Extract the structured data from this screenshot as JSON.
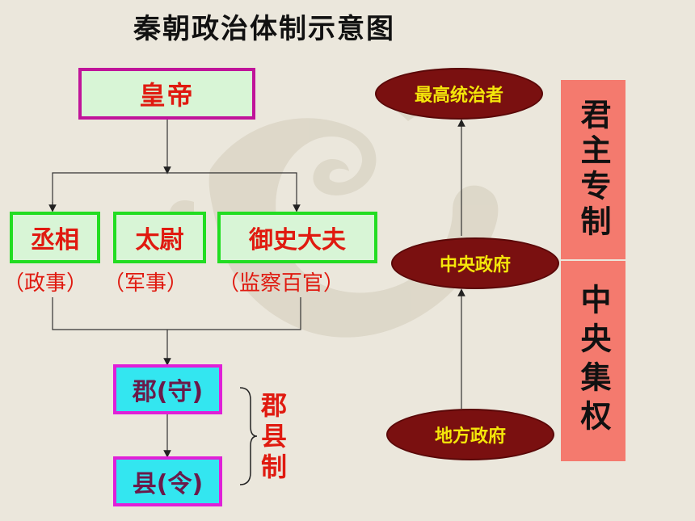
{
  "title": "秦朝政治体制示意图",
  "emperor": "皇帝",
  "ministers": [
    {
      "label": "丞相",
      "role": "（政事）"
    },
    {
      "label": "太尉",
      "role": "（军事）"
    },
    {
      "label": "御史大夫",
      "role": "（监察百官）"
    }
  ],
  "local": {
    "commandery": "郡(守)",
    "county": "县(令)",
    "system_label": "郡县制"
  },
  "hierarchy": {
    "top": "最高统治者",
    "middle": "中央政府",
    "bottom": "地方政府"
  },
  "side_labels": {
    "autocracy": "君主专制",
    "centralization": "中央集权"
  },
  "colors": {
    "red_text": "#e01a10",
    "emperor_border": "#c0149a",
    "minister_border": "#22dd22",
    "local_border": "#e020d8",
    "local_fill": "#33e6f0",
    "oval_fill": "#7a1010",
    "oval_text": "#f4e60a",
    "side_fill": "#f47a6e"
  }
}
